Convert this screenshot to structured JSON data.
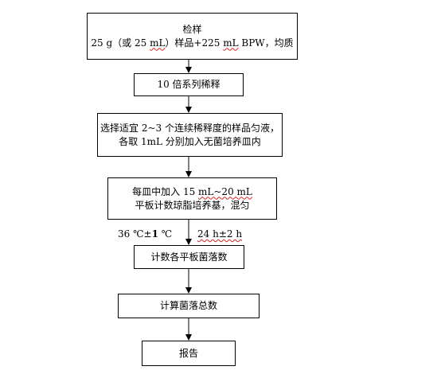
{
  "flowchart": {
    "sample_box": {
      "title": "检样",
      "line2_a": "25 g（或 25 ",
      "line2_b": "mL",
      "line2_c": "）样品+225 ",
      "line2_d": "mL",
      "line2_e": " BPW，均质"
    },
    "dilution_box": {
      "text": "10 倍系列稀释"
    },
    "select_box": {
      "line1": "选择适宜 2~3 个连续稀释度的样品匀液，",
      "line2": "各取 1mL 分别加入无菌培养皿内"
    },
    "pour_box": {
      "line1_a": "每皿中加入 15 ",
      "line1_b": "mL~20 mL",
      "line2": "平板计数琼脂培养基，混匀"
    },
    "incubation": {
      "temp_a": "36 ℃±",
      "temp_b": "1",
      "temp_c": " ℃",
      "time": "24 h±2 h"
    },
    "count_box": {
      "text": "计数各平板菌落数"
    },
    "total_box": {
      "text": "计算菌落总数"
    },
    "report_box": {
      "text": "报告"
    }
  }
}
